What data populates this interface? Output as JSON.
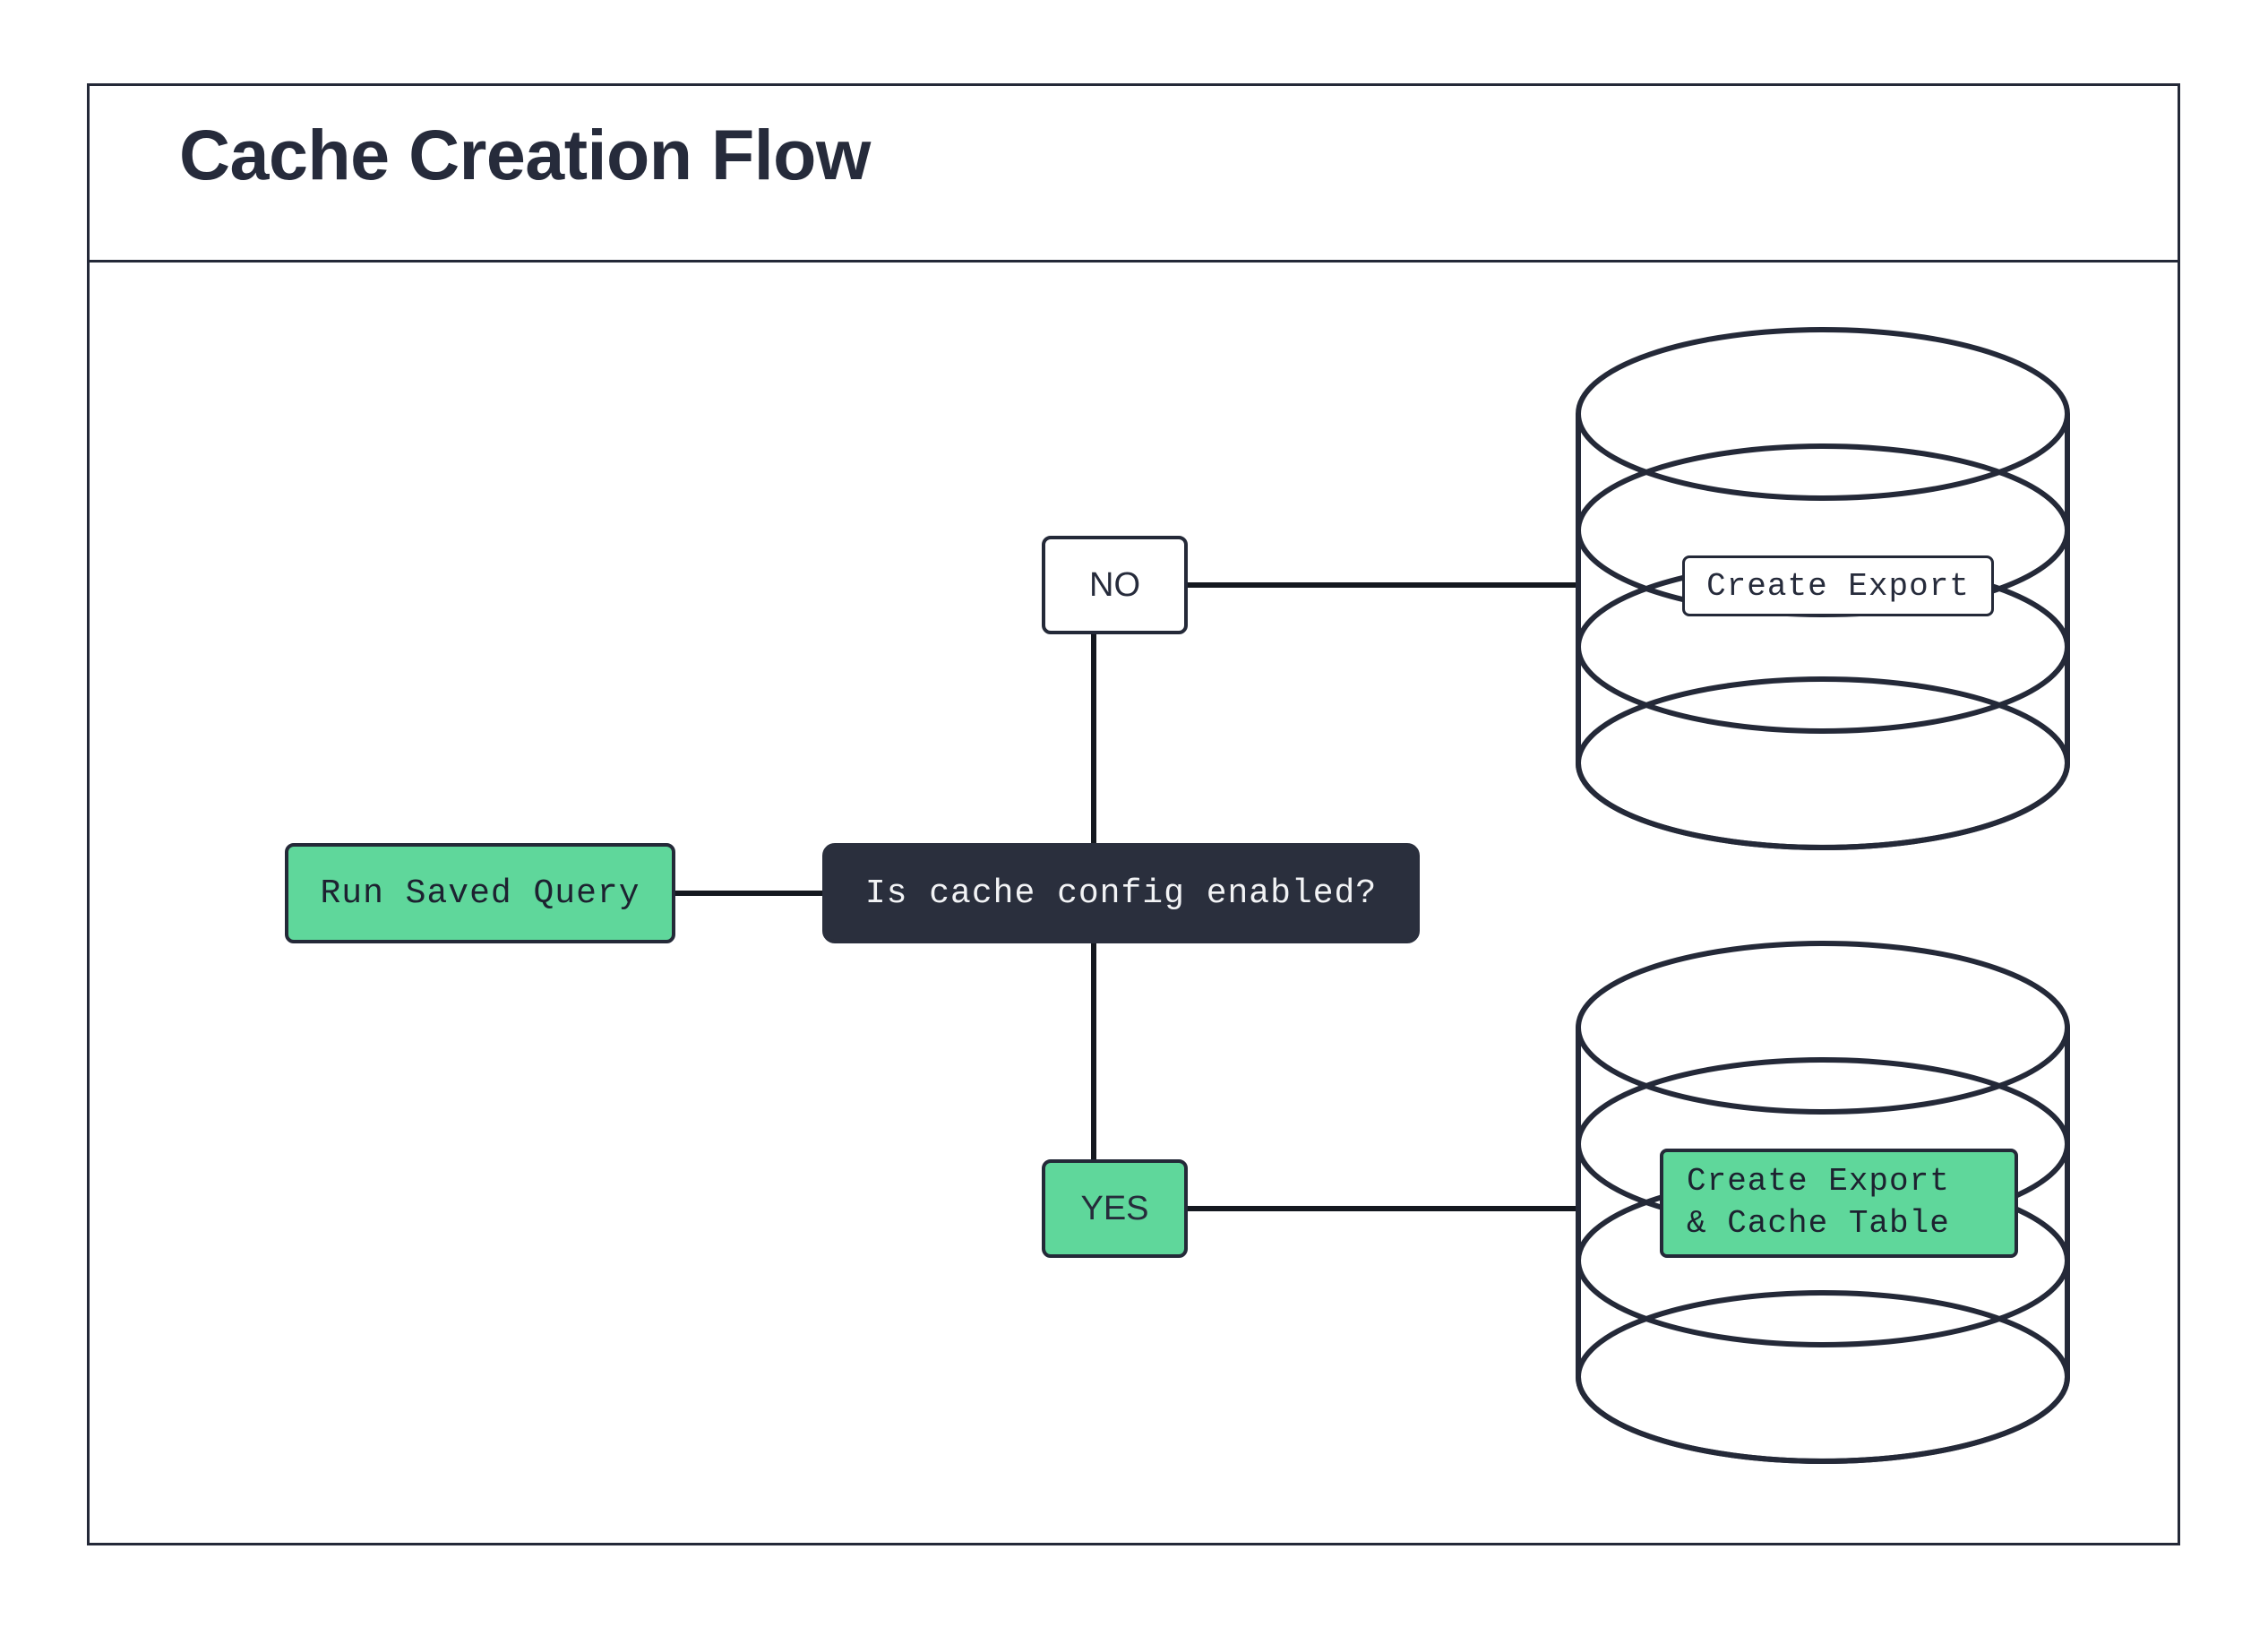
{
  "diagram": {
    "title": "Cache Creation Flow",
    "type": "flowchart",
    "colors": {
      "stroke": "#242938",
      "dark_fill": "#2a2f3d",
      "green_fill": "#5fd79b",
      "white_fill": "#ffffff",
      "text_dark": "#262b3b",
      "text_light": "#f2f3f5"
    },
    "nodes": [
      {
        "id": "run-saved-query",
        "label": "Run Saved Query",
        "shape": "rounded-rect",
        "fill": "green"
      },
      {
        "id": "decision",
        "label": "Is cache config enabled?",
        "shape": "rounded-rect",
        "fill": "dark"
      },
      {
        "id": "branch-no",
        "label": "NO",
        "shape": "rounded-rect",
        "fill": "white"
      },
      {
        "id": "branch-yes",
        "label": "YES",
        "shape": "rounded-rect",
        "fill": "green"
      },
      {
        "id": "db-create-export",
        "label": "Create Export",
        "shape": "database-cylinder",
        "fill": "white"
      },
      {
        "id": "db-create-export-cache",
        "label_line1": "Create Export",
        "label_line2": "& Cache Table",
        "shape": "database-cylinder",
        "fill": "green"
      }
    ],
    "edges": [
      {
        "from": "run-saved-query",
        "to": "decision",
        "label": ""
      },
      {
        "from": "decision",
        "to": "branch-no",
        "label": ""
      },
      {
        "from": "branch-no",
        "to": "db-create-export",
        "label": ""
      },
      {
        "from": "decision",
        "to": "branch-yes",
        "label": ""
      },
      {
        "from": "branch-yes",
        "to": "db-create-export-cache",
        "label": ""
      }
    ]
  }
}
